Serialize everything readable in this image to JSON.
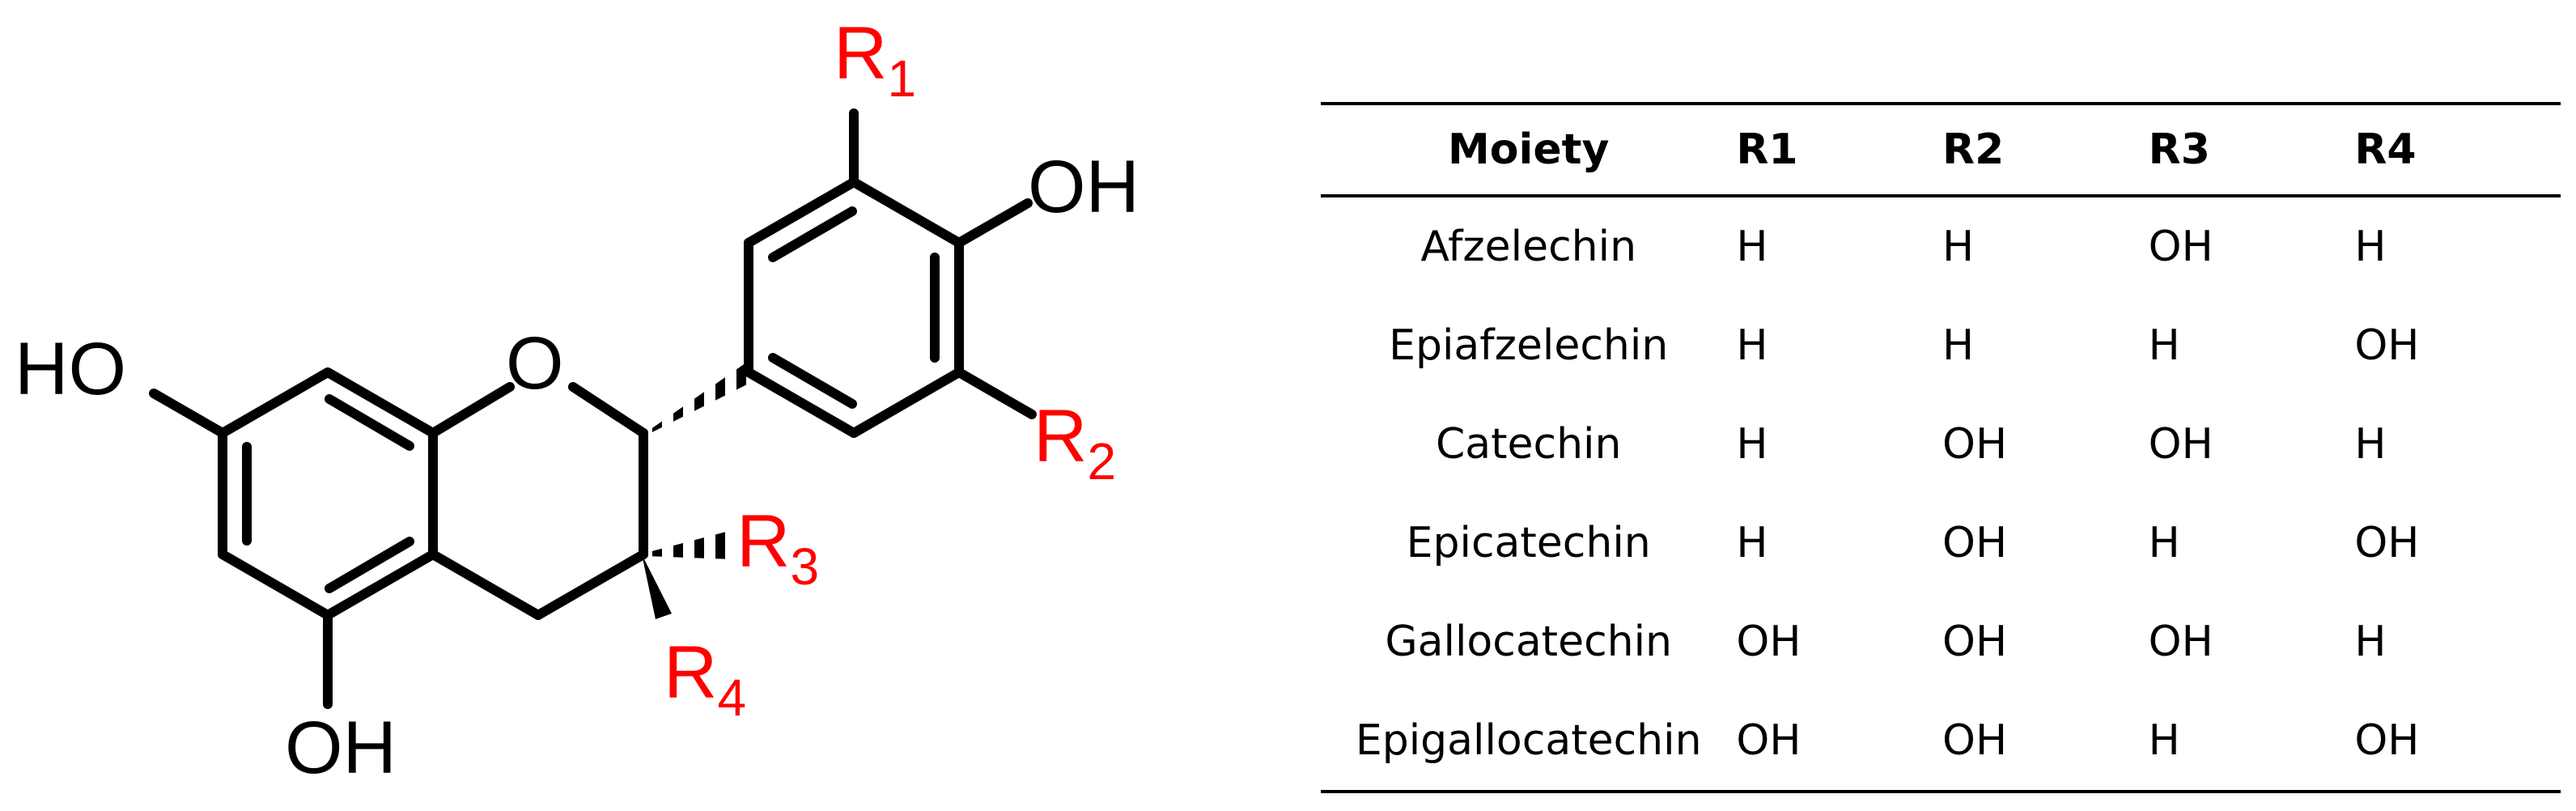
{
  "structure": {
    "atoms": {
      "ho_left": "HO",
      "o_ring": "O",
      "oh_bottom": "OH",
      "oh_right": "OH"
    },
    "substituents": [
      {
        "letter": "R",
        "sub": "1"
      },
      {
        "letter": "R",
        "sub": "2"
      },
      {
        "letter": "R",
        "sub": "3"
      },
      {
        "letter": "R",
        "sub": "4"
      }
    ],
    "colors": {
      "bonds": "#000000",
      "substituents": "#ff0000"
    }
  },
  "table": {
    "headers": [
      "Moiety",
      "R1",
      "R2",
      "R3",
      "R4"
    ],
    "rows": [
      [
        "Afzelechin",
        "H",
        "H",
        "OH",
        "H"
      ],
      [
        "Epiafzelechin",
        "H",
        "H",
        "H",
        "OH"
      ],
      [
        "Catechin",
        "H",
        "OH",
        "OH",
        "H"
      ],
      [
        "Epicatechin",
        "H",
        "OH",
        "H",
        "OH"
      ],
      [
        "Gallocatechin",
        "OH",
        "OH",
        "OH",
        "H"
      ],
      [
        "Epigallocatechin",
        "OH",
        "OH",
        "H",
        "OH"
      ]
    ]
  }
}
